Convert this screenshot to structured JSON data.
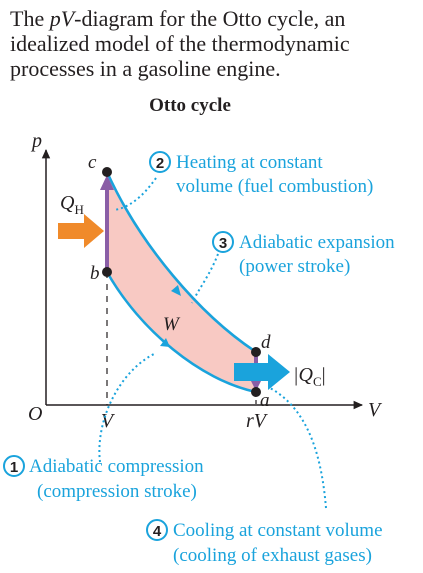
{
  "caption": {
    "before": "The ",
    "italic": "pV",
    "after": "-diagram for the Otto cycle, an idealized model of the thermodynamic processes in a gasoline engine."
  },
  "title": "Otto cycle",
  "axes": {
    "y_label": "p",
    "x_label": "V",
    "origin_label": "O",
    "tick_v": "V",
    "tick_rv": "rV"
  },
  "points": {
    "a": "a",
    "b": "b",
    "c": "c",
    "d": "d"
  },
  "work_label": "W",
  "heat_in_label": "Q",
  "heat_in_sub": "H",
  "heat_out_label": "|Q",
  "heat_out_sub": "C",
  "heat_out_close": "|",
  "steps": [
    {
      "num": "1",
      "line1": "Adiabatic compression",
      "line2": "(compression stroke)"
    },
    {
      "num": "2",
      "line1": "Heating at constant",
      "line2": "volume (fuel combustion)"
    },
    {
      "num": "3",
      "line1": "Adiabatic expansion",
      "line2": "(power stroke)"
    },
    {
      "num": "4",
      "line1": "Cooling at constant volume",
      "line2": "(cooling of exhaust gases)"
    }
  ],
  "colors": {
    "curve": "#1aa3dc",
    "fill": "#f8c9c3",
    "vertical": "#8a5ea6",
    "arrow_in": "#f08a2a",
    "arrow_out": "#1aa3dc",
    "callout": "#1aa3dc",
    "text": "#231f20"
  }
}
